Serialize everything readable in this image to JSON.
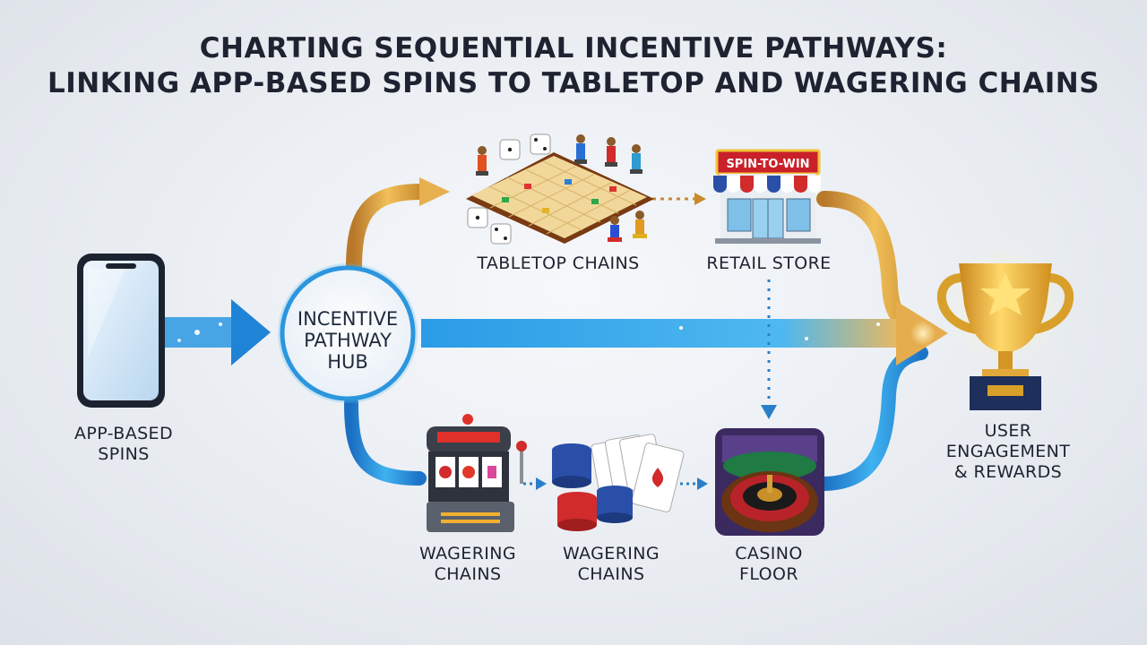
{
  "title": {
    "line1": "CHARTING SEQUENTIAL INCENTIVE PATHWAYS:",
    "line2": "LINKING APP-BASED SPINS TO TABLETOP AND WAGERING CHAINS"
  },
  "nodes": {
    "app": {
      "line1": "APP-BASED",
      "line2": "SPINS",
      "icon": "smartphone-icon"
    },
    "hub": {
      "line1": "INCENTIVE",
      "line2": "PATHWAY",
      "line3": "HUB"
    },
    "tabletop": {
      "label": "TABLETOP CHAINS",
      "icon": "board-game-icon"
    },
    "retail": {
      "label": "RETAIL STORE",
      "sign": "SPIN-TO-WIN",
      "icon": "storefront-icon"
    },
    "wagering1": {
      "line1": "WAGERING",
      "line2": "CHAINS",
      "icon": "slot-machine-icon"
    },
    "wagering2": {
      "line1": "WAGERING",
      "line2": "CHAINS",
      "icon": "chips-and-cards-icon"
    },
    "casino": {
      "line1": "CASINO",
      "line2": "FLOOR",
      "icon": "roulette-icon"
    },
    "rewards": {
      "line1": "USER",
      "line2": "ENGAGEMENT",
      "line3": "& REWARDS",
      "icon": "trophy-icon"
    }
  },
  "colors": {
    "blue": "#1f8fd8",
    "gold": "#d99a2b",
    "text": "#1f2230"
  }
}
